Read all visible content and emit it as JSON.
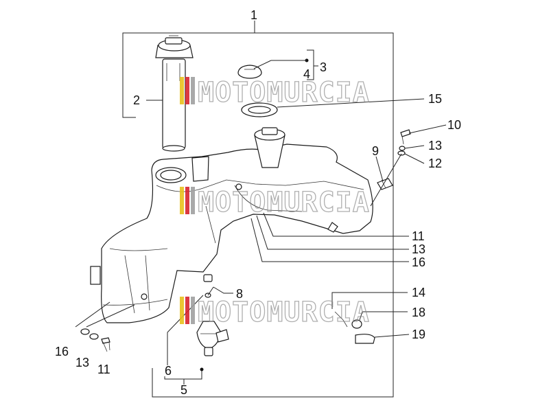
{
  "watermark": {
    "text": "MOTOMURCIA",
    "stripe_colors": [
      "#e8c21e",
      "#d8242e",
      "#a0a0a0"
    ]
  },
  "callouts": [
    {
      "id": "c1",
      "text": "1"
    },
    {
      "id": "c2",
      "text": "2"
    },
    {
      "id": "c3",
      "text": "3"
    },
    {
      "id": "c4",
      "text": "4"
    },
    {
      "id": "c15",
      "text": "15"
    },
    {
      "id": "c10",
      "text": "10"
    },
    {
      "id": "c9",
      "text": "9"
    },
    {
      "id": "c13a",
      "text": "13"
    },
    {
      "id": "c12",
      "text": "12"
    },
    {
      "id": "c11a",
      "text": "11"
    },
    {
      "id": "c13b",
      "text": "13"
    },
    {
      "id": "c16a",
      "text": "16"
    },
    {
      "id": "c8",
      "text": "8"
    },
    {
      "id": "c14",
      "text": "14"
    },
    {
      "id": "c18",
      "text": "18"
    },
    {
      "id": "c19",
      "text": "19"
    },
    {
      "id": "c16b",
      "text": "16"
    },
    {
      "id": "c13c",
      "text": "13"
    },
    {
      "id": "c11b",
      "text": "11"
    },
    {
      "id": "c6",
      "text": "6"
    },
    {
      "id": "c5",
      "text": "5"
    }
  ]
}
